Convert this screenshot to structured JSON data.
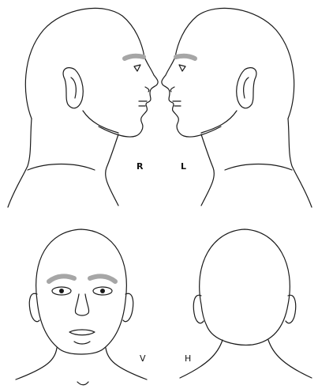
{
  "views": [
    {
      "id": "right-profile",
      "label": "R"
    },
    {
      "id": "left-profile",
      "label": "L"
    },
    {
      "id": "front-view",
      "label": "V"
    },
    {
      "id": "back-view",
      "label": "H"
    }
  ],
  "colors": {
    "line": "#1a1a1a",
    "brow": "#a6a6a6",
    "background": "#ffffff"
  }
}
